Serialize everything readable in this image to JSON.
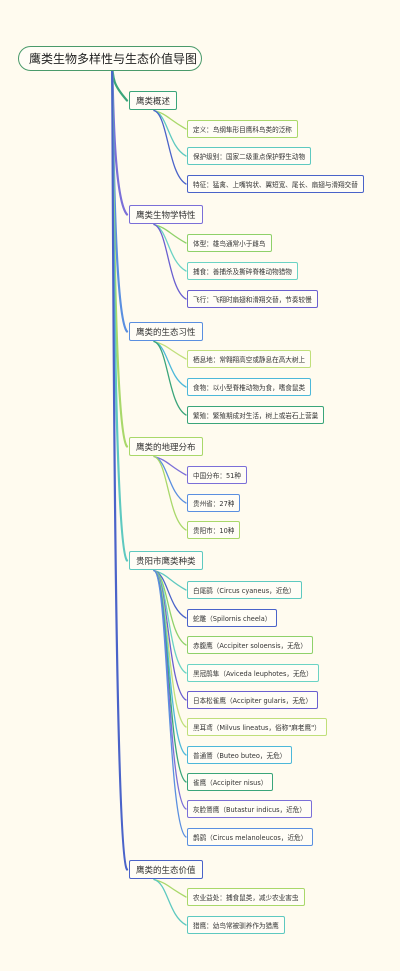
{
  "title": "鹰类生物多样性与生态价值导图",
  "colors": {
    "root": "#4a9a6a",
    "spine": "#7b6fd8",
    "palette": [
      "#3aa57a",
      "#7b6fd8",
      "#5a8fe0",
      "#a9d86a",
      "#5ec9c0",
      "#4a63c9",
      "#8fd16a",
      "#6bd3c4",
      "#6a5fd0",
      "#c0df7a",
      "#4db8d9"
    ]
  },
  "sections": [
    {
      "label": "鹰类概述",
      "items": [
        "定义：鸟纲隼形目鹰科鸟类的泛称",
        "保护级别：国家二级重点保护野生动物",
        "特征：猛禽、上嘴钩状、翼短宽、尾长、扇翅与滑翔交替"
      ]
    },
    {
      "label": "鹰类生物学特性",
      "items": [
        "体型：雄鸟通常小于雌鸟",
        "捕食：善捕杀及撕碎脊椎动物猎物",
        "飞行：飞翔时扇翅和滑翔交替，节奏较慢"
      ]
    },
    {
      "label": "鹰类的生态习性",
      "items": [
        "栖息地：常翱翔高空或静息在高大树上",
        "食物：以小型脊椎动物为食，嗜食鼠类",
        "繁殖：繁殖期成对生活，树上或岩石上营巢"
      ]
    },
    {
      "label": "鹰类的地理分布",
      "items": [
        "中国分布：51种",
        "贵州省：27种",
        "贵阳市：10种"
      ]
    },
    {
      "label": "贵阳市鹰类种类",
      "items": [
        "白尾鹞（Circus cyaneus，近危）",
        "蛇雕（Spilornis cheela）",
        "赤腹鹰（Accipiter soloensis，无危）",
        "黑冠鹃隼（Aviceda leuphotes，无危）",
        "日本松雀鹰（Accipiter gularis，无危）",
        "黑耳鸢（Milvus lineatus，俗称\"麻老鹰\"）",
        "普通鵟（Buteo buteo，无危）",
        "雀鹰（Accipiter nisus）",
        "灰脸鵟鹰（Butastur indicus，近危）",
        "鹊鹞（Circus melanoleucos，近危）"
      ]
    },
    {
      "label": "鹰类的生态价值",
      "items": [
        "农业益处：捕食鼠类，减少农业害虫",
        "猎鹰：幼鸟常被驯养作为猎鹰"
      ]
    }
  ]
}
